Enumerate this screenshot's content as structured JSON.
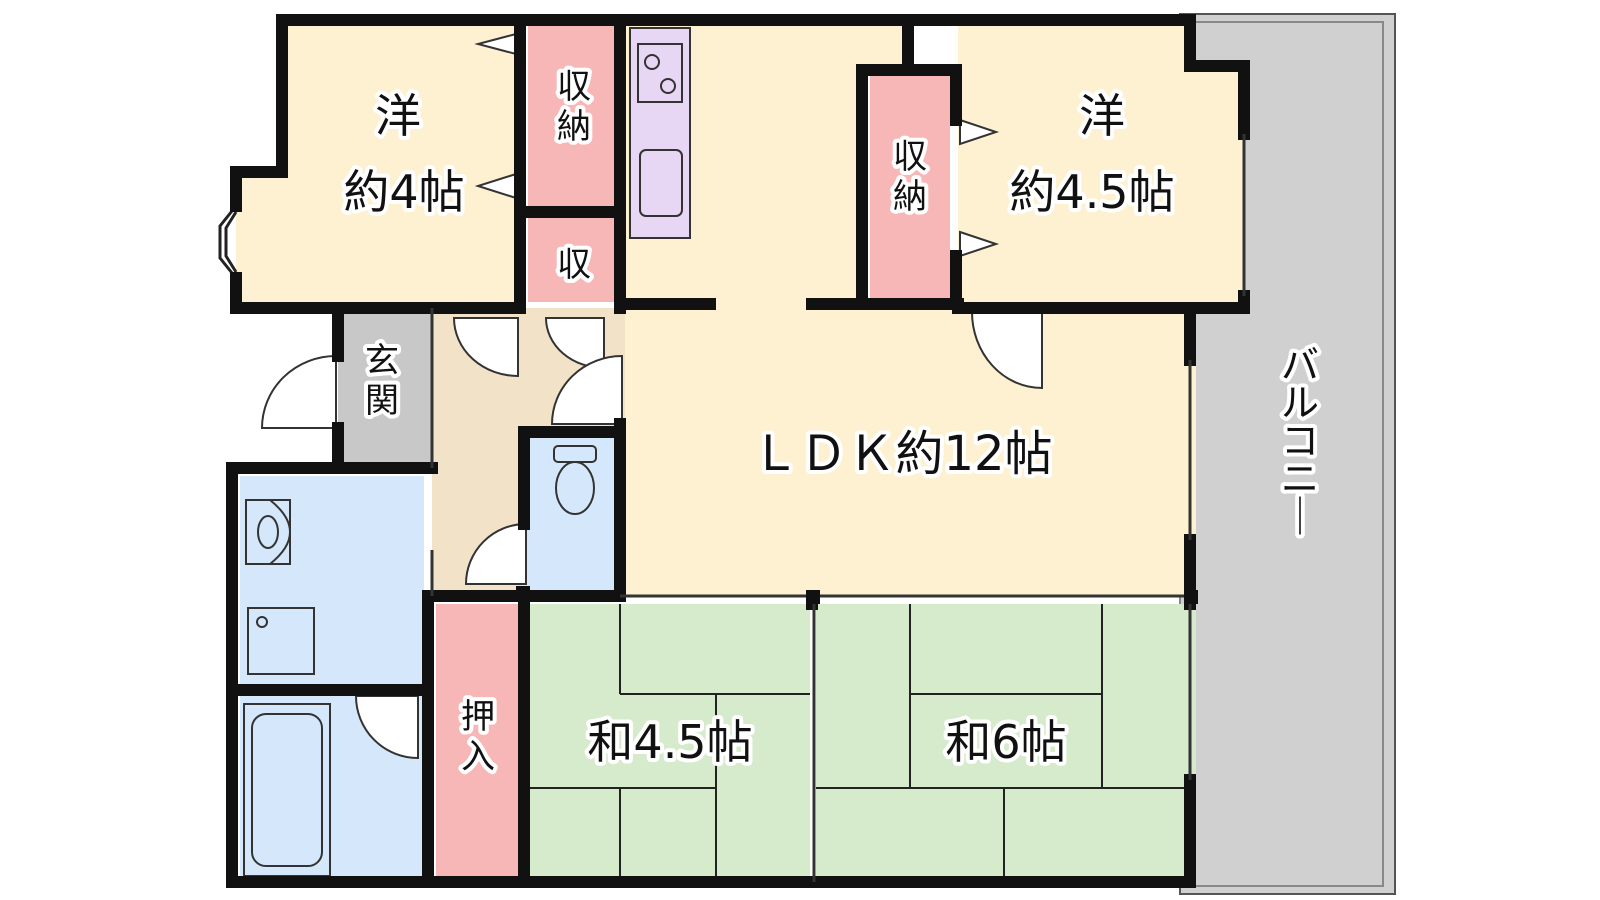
{
  "floorplan": {
    "rooms": {
      "western_left": {
        "type": "洋",
        "size": "約4帖"
      },
      "western_right": {
        "type": "洋",
        "size": "約4.5帖"
      },
      "ldk": {
        "label": "ＬＤＫ約12帖"
      },
      "japanese_small": {
        "label": "和4.5帖"
      },
      "japanese_large": {
        "label": "和6帖"
      },
      "entrance": {
        "label": "玄関"
      },
      "balcony": {
        "label": "バルコニー"
      }
    },
    "storage": {
      "closet_top": "収納",
      "closet_small": "収",
      "closet_right": "収納",
      "oshiire": "押入"
    },
    "colors": {
      "western": "#fdf1d2",
      "ldk": "#fdf1d2",
      "hall": "#f2e3c8",
      "storage": "#f8b7b7",
      "water": "#d5e8fb",
      "washitsu": "#d6eacc",
      "kitchen": "#e7d6f4",
      "entrance": "#c8c8c8",
      "balcony": "#d0d0d0",
      "wall": "#111111"
    }
  }
}
